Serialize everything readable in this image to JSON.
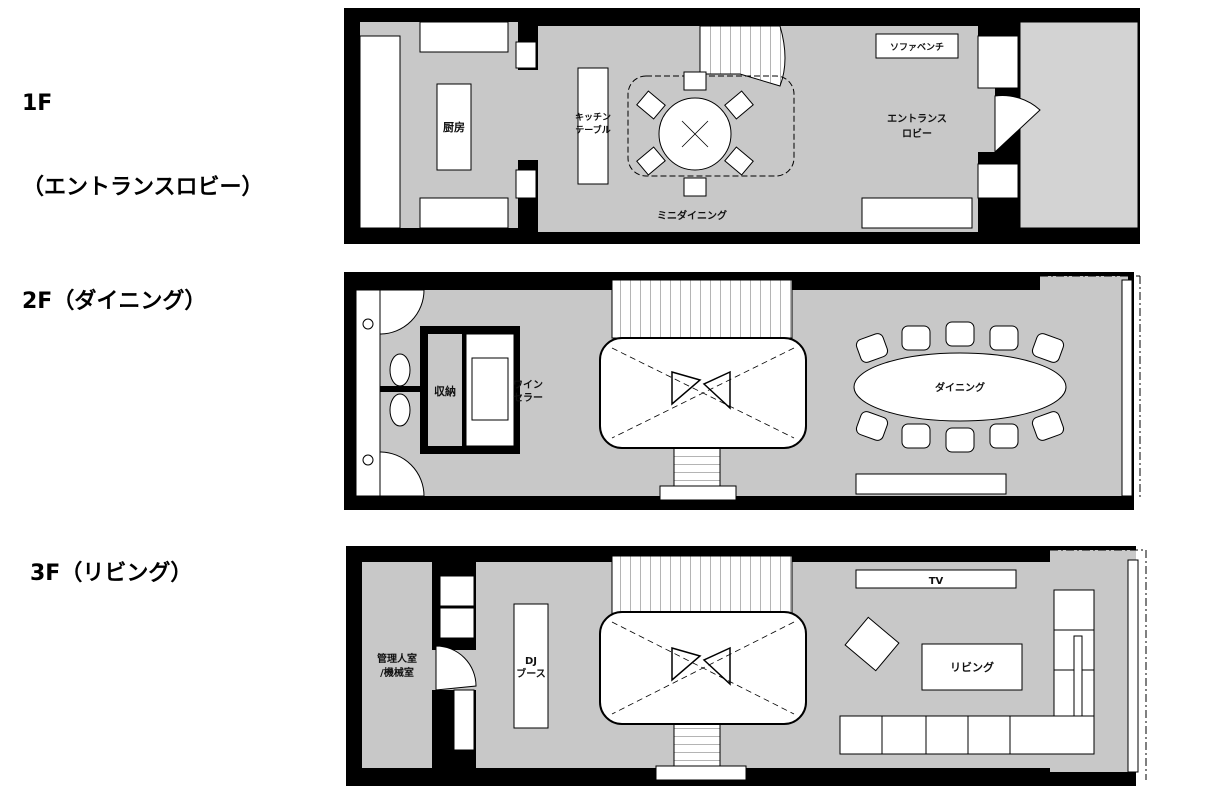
{
  "floors": [
    {
      "label_line1": "1F",
      "label_line2": "（エントランスロビー）",
      "rooms": {
        "kitchen": "厨房",
        "kitchen_table_1": "キッチン",
        "kitchen_table_2": "テーブル",
        "mini_dining": "ミニダイニング",
        "sofa_bench": "ソファベンチ",
        "entrance_1": "エントランス",
        "entrance_2": "ロビー"
      }
    },
    {
      "label_line1": "2F（ダイニング）",
      "rooms": {
        "storage": "収納",
        "wine_1": "ワイン",
        "wine_2": "セラー",
        "dining": "ダイニング"
      }
    },
    {
      "label_line1": "3F（リビング）",
      "rooms": {
        "mgmt_1": "管理人室",
        "mgmt_2": "/機械室",
        "dj_1": "DJ",
        "dj_2": "ブース",
        "tv": "TV",
        "living": "リビング"
      }
    }
  ],
  "colors": {
    "wall": "#000000",
    "floor": "#c8c8c8",
    "void": "#ffffff",
    "furniture": "#ffffff"
  }
}
